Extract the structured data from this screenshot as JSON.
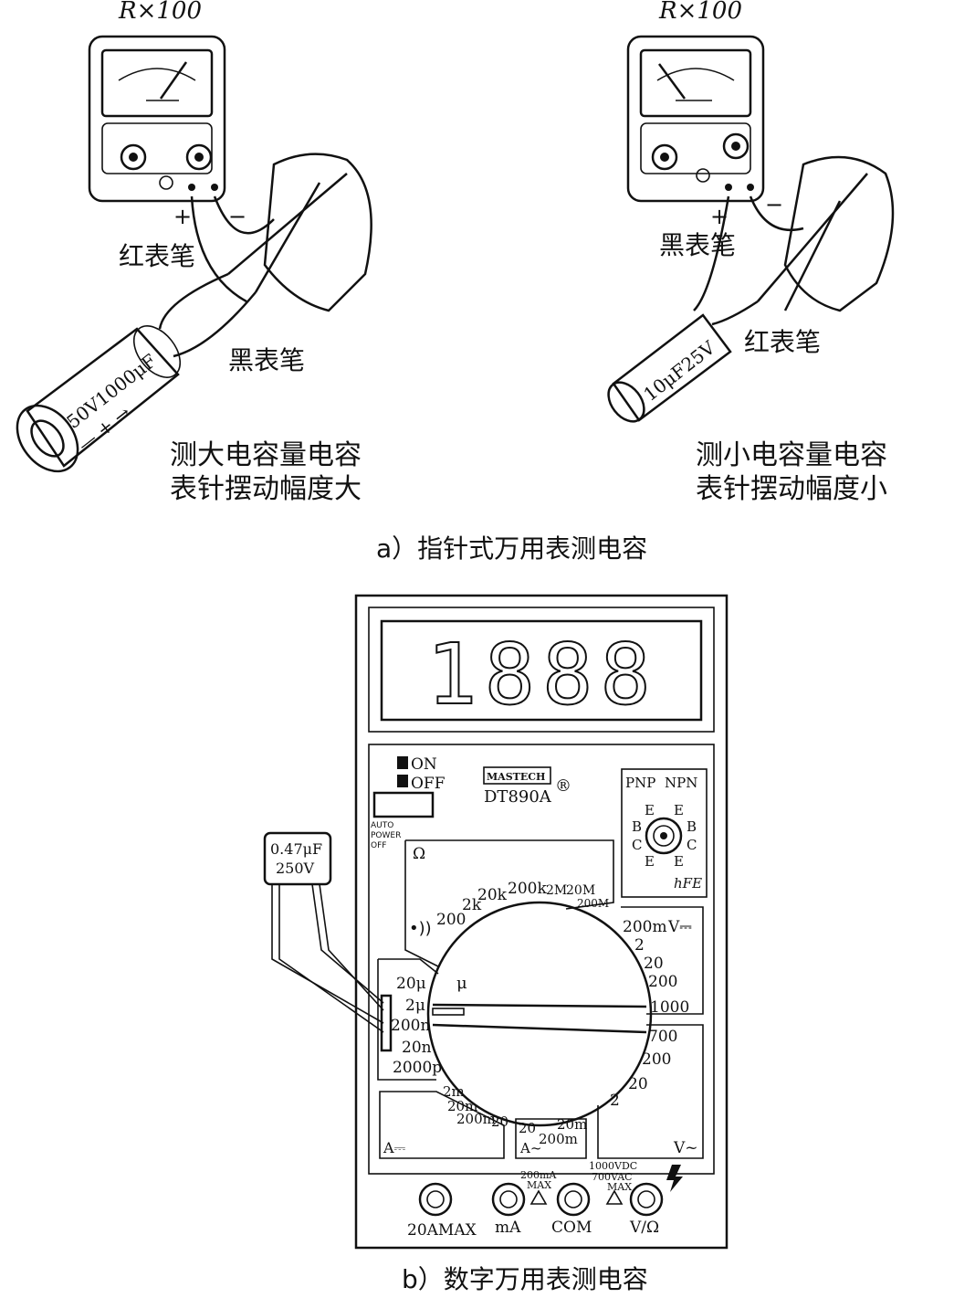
{
  "panel_a": {
    "left": {
      "range": "R×100",
      "plus": "+",
      "minus": "−",
      "red_probe": "红表笔",
      "black_probe": "黑表笔",
      "capacitor_marking": "50V1000μF",
      "polarity_marking": "— + →",
      "caption_line1": "测大电容量电容",
      "caption_line2": "表针摆动幅度大"
    },
    "right": {
      "range": "R×100",
      "plus": "+",
      "minus": "−",
      "black_probe": "黑表笔",
      "red_probe": "红表笔",
      "capacitor_marking": "10μF25V",
      "caption_line1": "测小电容量电容",
      "caption_line2": "表针摆动幅度小"
    },
    "caption": "a）指针式万用表测电容"
  },
  "panel_b": {
    "display": "1888",
    "on": "ON",
    "off": "OFF",
    "auto_power_off": [
      "AUTO",
      "POWER",
      "OFF"
    ],
    "brand": "MASTECH",
    "model": "DT890A",
    "registered": "®",
    "transistor": {
      "pnp": "PNP",
      "npn": "NPN",
      "pins_left": [
        "E",
        "B",
        "C",
        "E"
      ],
      "pins_right": [
        "E",
        "B",
        "C",
        "E"
      ],
      "hfe": "hFE"
    },
    "capacitor": {
      "line1": "0.47μF",
      "line2": "250V"
    },
    "ohm_section": {
      "symbol": "Ω",
      "ranges": [
        "200",
        "2k",
        "20k",
        "200k",
        "2M",
        "20M",
        "200M"
      ]
    },
    "dcv_section": {
      "symbol": "V⎓",
      "ranges": [
        "200m",
        "2",
        "20",
        "200",
        "1000"
      ]
    },
    "acv_section": {
      "symbol": "V~",
      "ranges": [
        "700",
        "200",
        "20",
        "2"
      ]
    },
    "cap_section": {
      "symbol": "μ",
      "ranges": [
        "20μ",
        "2μ",
        "200n",
        "20n",
        "2000p"
      ]
    },
    "dca_section": {
      "symbol": "A⎓",
      "ranges": [
        "2m",
        "20m",
        "200m",
        "20"
      ]
    },
    "aca_section": {
      "symbol": "A~",
      "ranges": [
        "20",
        "20m",
        "200m"
      ]
    },
    "warnings": {
      "ma": [
        "200mA",
        "MAX"
      ],
      "volt": [
        "1000VDC",
        "700VAC",
        "MAX"
      ]
    },
    "jacks": [
      "20AMAX",
      "mA",
      "COM",
      "V/Ω"
    ],
    "caption": "b）数字万用表测电容"
  }
}
